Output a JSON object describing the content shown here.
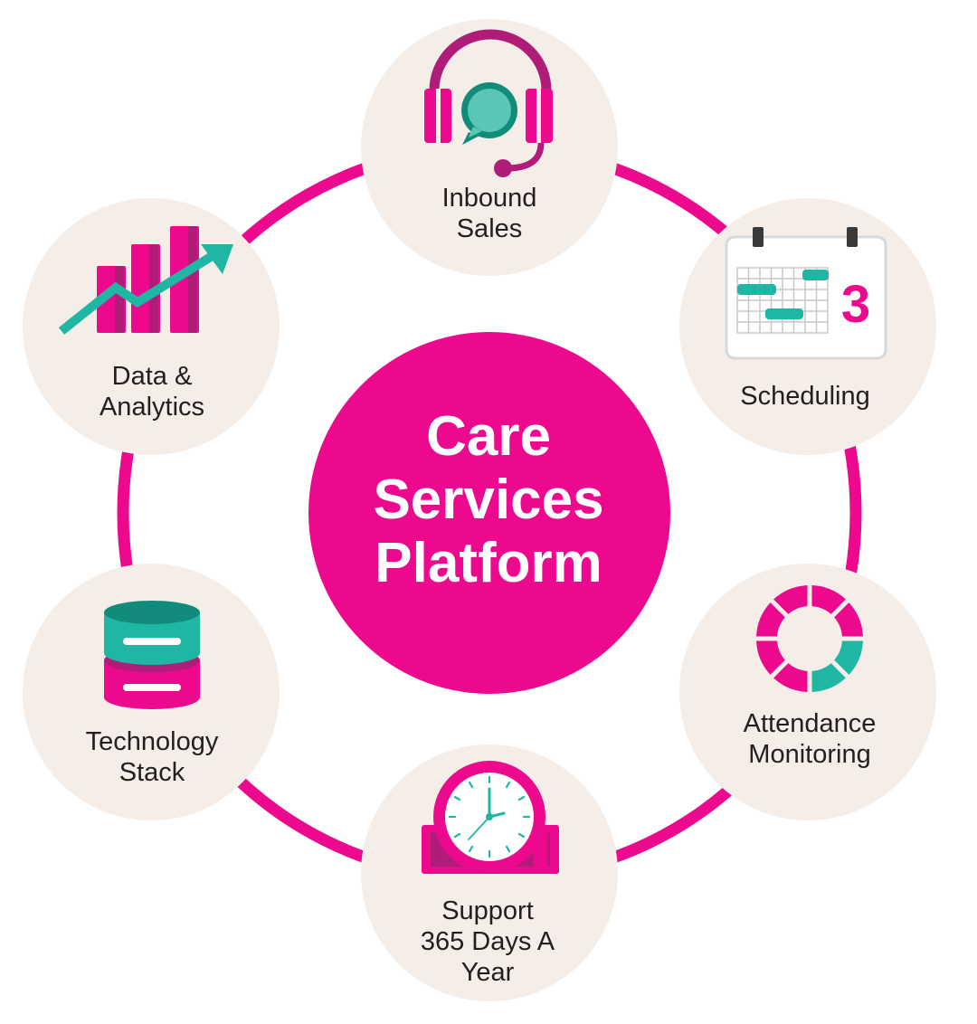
{
  "center": {
    "title": "Care\nServices\nPlatform"
  },
  "nodes": [
    {
      "id": "inbound-sales",
      "label": "Inbound\nSales",
      "icon": "headset-chat-icon"
    },
    {
      "id": "scheduling",
      "label": "Scheduling",
      "icon": "calendar-icon",
      "calendar_day": "3"
    },
    {
      "id": "attendance-monitoring",
      "label": "Attendance\nMonitoring",
      "icon": "donut-segment-icon"
    },
    {
      "id": "support",
      "label": "Support\n365 Days A\nYear",
      "icon": "clock-icon"
    },
    {
      "id": "technology-stack",
      "label": "Technology\nStack",
      "icon": "database-stack-icon"
    },
    {
      "id": "data-analytics",
      "label": "Data &\nAnalytics",
      "icon": "growth-chart-icon"
    }
  ],
  "colors": {
    "magenta": "#ec098d",
    "dark_magenta": "#b01d78",
    "teal": "#1fb7a4",
    "light_teal": "#5ac6b6",
    "dark_teal": "#128c7a",
    "node_bg": "#f5ede7",
    "text": "#231f20"
  }
}
